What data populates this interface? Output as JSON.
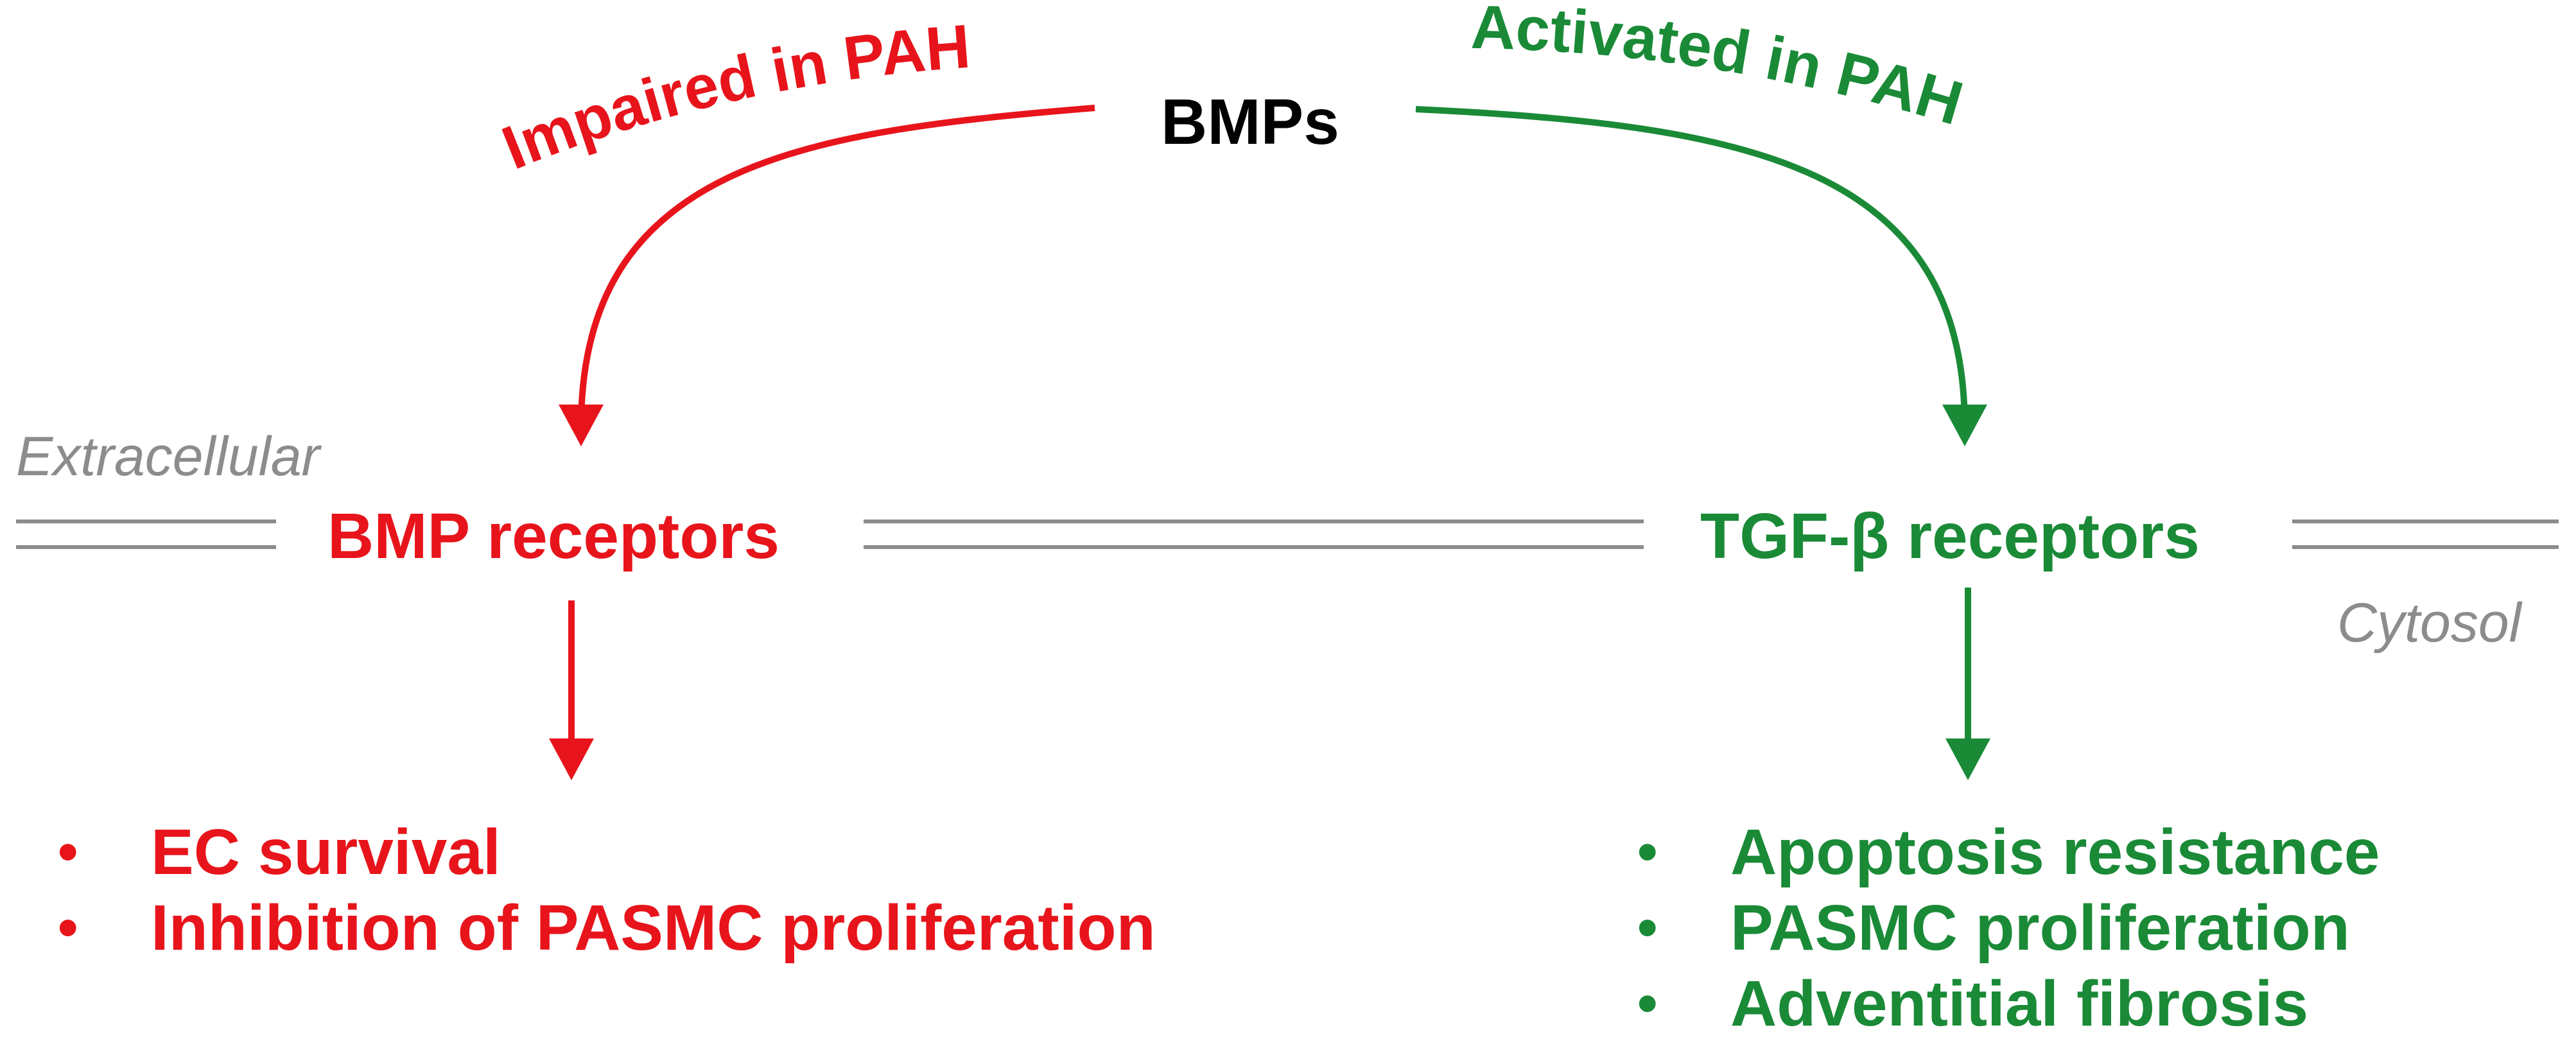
{
  "ligand": {
    "label": "BMPs"
  },
  "left_pathway": {
    "arrow_label": "Impaired in PAH",
    "receptor": "BMP receptors",
    "effects": [
      "EC survival",
      "Inhibition of PASMC proliferation"
    ],
    "color": "#e8141b"
  },
  "right_pathway": {
    "arrow_label": "Activated in PAH",
    "receptor": "TGF-β receptors",
    "effects": [
      "Apoptosis resistance",
      "PASMC proliferation",
      "Adventitial fibrosis"
    ],
    "color": "#1a8a37"
  },
  "membrane": {
    "outside_label": "Extracellular",
    "inside_label": "Cytosol",
    "color": "#8c8c8c"
  },
  "bullet_symbol": "•"
}
